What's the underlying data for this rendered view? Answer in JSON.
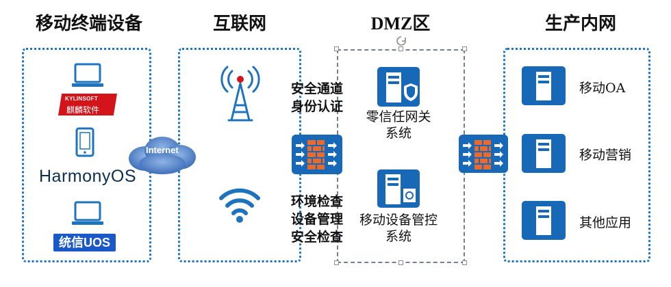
{
  "columns": {
    "mobile": "移动终端设备",
    "internet": "互联网",
    "dmz": "DMZ区",
    "prod": "生产内网"
  },
  "logos": {
    "kylin_brand": "KYLINSOFT",
    "kylin_cn": "麒麟软件",
    "harmony": "HarmonyOS",
    "uos": "统信UOS"
  },
  "cloud": {
    "label": "Internet"
  },
  "gateway_top": [
    "安全通道",
    "身份认证"
  ],
  "gateway_bottom": [
    "环境检查",
    "设备管理",
    "安全检查"
  ],
  "dmz_systems": {
    "zero_trust": [
      "零信任网关",
      "系统"
    ],
    "mdm": [
      "移动设备管控",
      "系统"
    ]
  },
  "prod_apps": [
    "移动OA",
    "移动营销",
    "其他应用"
  ],
  "colors": {
    "accent": "#1769b8",
    "zone_border": "#1e73be",
    "kylin_red": "#d3141b",
    "uos_blue": "#1a57c8"
  }
}
